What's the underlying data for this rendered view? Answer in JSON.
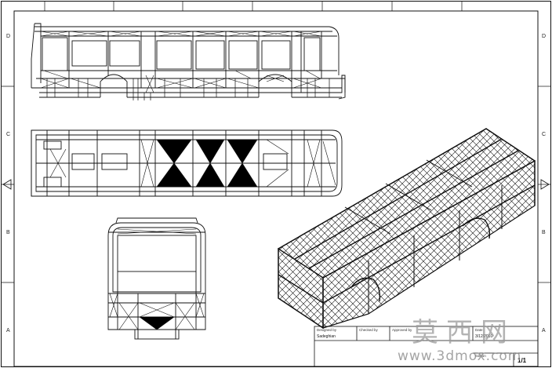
{
  "zones": {
    "left": [
      "D",
      "C",
      "B",
      "A"
    ],
    "right": [
      "D",
      "C",
      "B",
      "A"
    ]
  },
  "title_block": {
    "designed_by_label": "Designed by",
    "checked_by_label": "Checked by",
    "approved_by_label": "Approved by",
    "date_label": "Date",
    "edition_label": "Edition",
    "designer": "Sadeghian",
    "date": "3/12/2010",
    "sheet": "1/1"
  },
  "watermark": {
    "chinese": "莫西网",
    "url": "www.3dmox.com"
  }
}
